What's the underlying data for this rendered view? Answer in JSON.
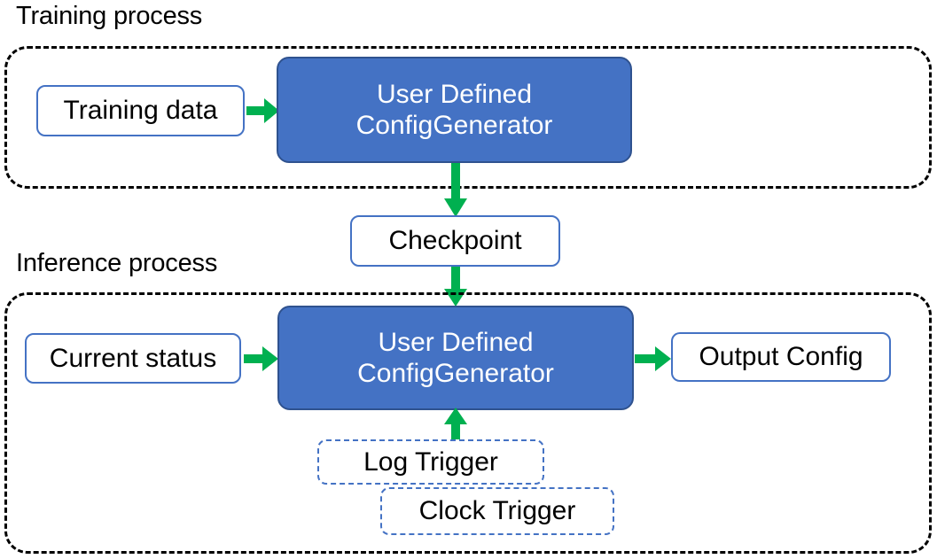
{
  "diagram": {
    "title_training": "Training process",
    "title_inference": "Inference process",
    "colors": {
      "node_fill": "#4472C4",
      "node_border": "#2F528F",
      "plain_border": "#4472C4",
      "arrow_green": "#00B050",
      "group_border": "#000000",
      "text_light": "#FFFFFF",
      "text_dark": "#000000"
    }
  },
  "training": {
    "label": "Training process",
    "nodes": {
      "training_data": "Training data",
      "generator_line1": "User Defined",
      "generator_line2": "ConfigGenerator"
    }
  },
  "bridge": {
    "checkpoint": "Checkpoint"
  },
  "inference": {
    "label": "Inference process",
    "nodes": {
      "current_status": "Current status",
      "generator_line1": "User Defined",
      "generator_line2": "ConfigGenerator",
      "output_config": "Output Config",
      "log_trigger": "Log Trigger",
      "clock_trigger": "Clock Trigger"
    }
  },
  "arrows": {
    "training_data_to_generator": "Training data feeds User Defined ConfigGenerator",
    "generator_to_checkpoint": "User Defined ConfigGenerator produces Checkpoint",
    "checkpoint_to_generator": "Checkpoint loads into inference User Defined ConfigGenerator",
    "status_to_generator": "Current status feeds inference generator",
    "generator_to_output": "Inference generator produces Output Config",
    "triggers_to_generator": "Log Trigger and Clock Trigger activate inference generator"
  }
}
